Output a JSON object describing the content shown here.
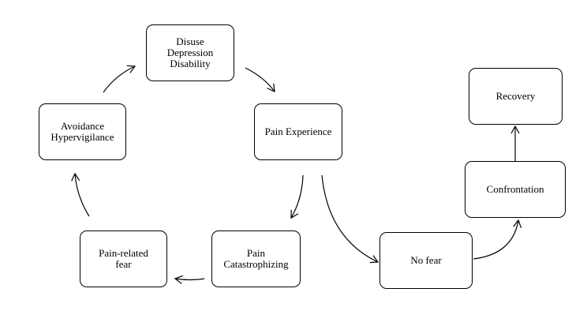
{
  "nodes": {
    "disuse": "Disuse\nDepression\nDisability",
    "pain_experience": "Pain Experience",
    "avoidance": "Avoidance\nHypervigilance",
    "pain_related_fear": "Pain-related\nfear",
    "catastrophizing": "Pain\nCatastrophizing",
    "no_fear": "No fear",
    "confrontation": "Confrontation",
    "recovery": "Recovery"
  },
  "colors": {
    "stroke": "#000000",
    "background": "#ffffff"
  }
}
